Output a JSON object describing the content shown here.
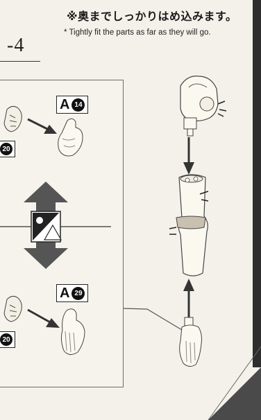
{
  "header": {
    "note_jp": "※奥までしっかりはめ込みます。",
    "note_en": "* Tightly fit the parts as far as they will go.",
    "step_number": "-4"
  },
  "badges": {
    "top": {
      "letter": "A",
      "number": "14"
    },
    "bottom": {
      "letter": "A",
      "number": "29"
    },
    "left_top": {
      "number": "20"
    },
    "left_bottom": {
      "number": "20"
    }
  },
  "icons": {
    "swap": "swap-arrows-icon",
    "mode": "triangle-square-toggle-icon"
  },
  "colors": {
    "background": "#f4f1ea",
    "line": "#333333",
    "arrow": "#555555",
    "part_fill": "#fbf8f0"
  }
}
